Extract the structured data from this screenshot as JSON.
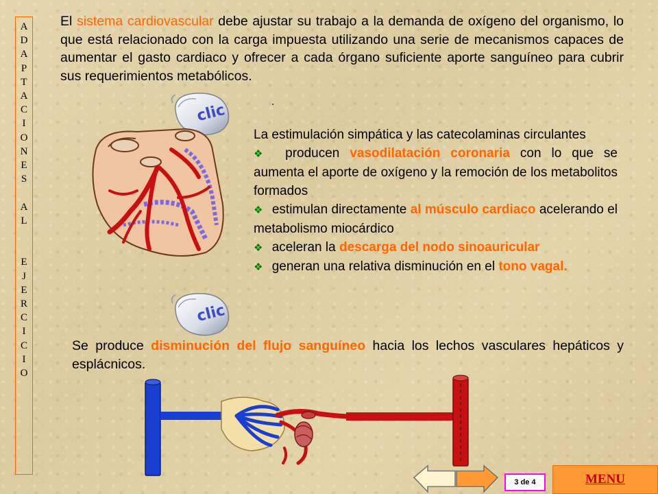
{
  "sidebar": {
    "letters": [
      "A",
      "D",
      "A",
      "P",
      "T",
      "A",
      "C",
      "I",
      "O",
      "N",
      "E",
      "S",
      " ",
      "A",
      "L",
      " ",
      " ",
      "E",
      "J",
      "E",
      "R",
      "C",
      "I",
      "C",
      "I",
      "O"
    ]
  },
  "intro": {
    "t1": "El ",
    "t2": "sistema cardiovascular",
    "t3": " debe ajustar su trabajo a la demanda de oxígeno del organismo, lo que está relacionado con la  carga impuesta utilizando una serie de mecanismos capaces de aumentar el gasto cardiaco y  ofrecer a cada órgano suficiente aporte sanguíneo para cubrir sus requerimientos metabólicos.",
    "dot": "."
  },
  "clic_buttons": {
    "label": "clic"
  },
  "panel": {
    "heading": "La estimulación simpática y las catecolaminas circulantes",
    "b1_pre": " producen ",
    "b1_hl": "vasodilatación coronaria",
    "b1_post": " con lo que se aumenta el aporte de oxígeno y la remoción de los metabolitos formados",
    "b2_pre": " estimulan directamente ",
    "b2_hl": "al músculo cardiaco",
    "b2_post": " acelerando el metabolismo miocárdico",
    "b3_pre": " aceleran la ",
    "b3_hl": "descarga del nodo sinoauricular",
    "b4_pre": " generan  una relativa disminución en  el ",
    "b4_hl": "tono vagal."
  },
  "bottom": {
    "pre": "Se produce ",
    "hl": "disminución del flujo sanguíneo",
    "post": " hacia los lechos vasculares hepáticos y esplácnicos."
  },
  "footer": {
    "page_counter": "3 de 4",
    "menu_label": "MENU"
  },
  "colors": {
    "highlight": "#ff6600",
    "bullet": "#008000",
    "menu_bg": "#ff9933",
    "menu_text": "#cc0000",
    "vein": "#1a3fd0",
    "artery": "#cc1010"
  }
}
